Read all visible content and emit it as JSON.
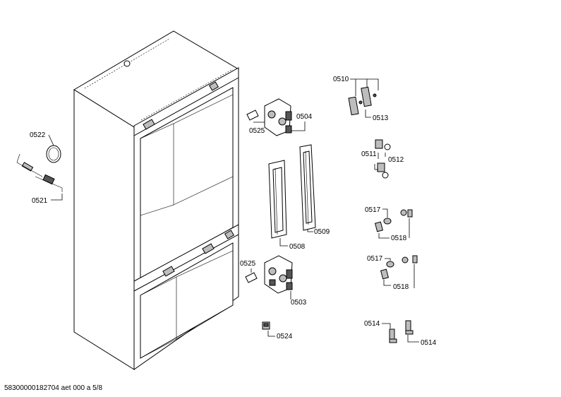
{
  "callouts": {
    "c0510": "0510",
    "c0513": "0513",
    "c0504": "0504",
    "c0525_top": "0525",
    "c0522": "0522",
    "c0521": "0521",
    "c0511": "0511",
    "c0512": "0512",
    "c0509": "0509",
    "c0508": "0508",
    "c0517_a": "0517",
    "c0518_a": "0518",
    "c0517_b": "0517",
    "c0518_b": "0518",
    "c0525_bottom": "0525",
    "c0503": "0503",
    "c0524": "0524",
    "c0514_a": "0514",
    "c0514_b": "0514"
  },
  "footer": {
    "document_id": "58300000182704 aet 000 a 5/8"
  }
}
